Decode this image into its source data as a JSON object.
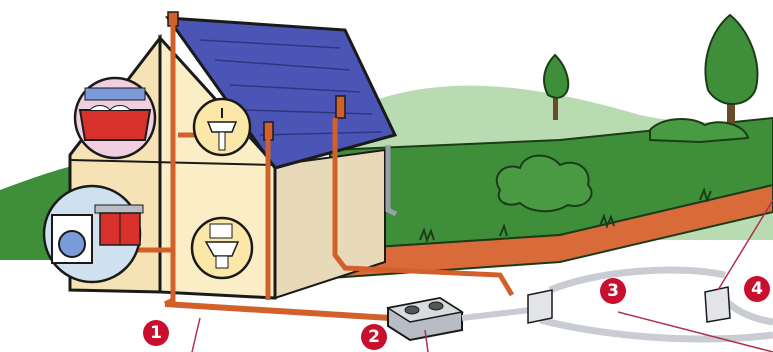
{
  "markers": [
    {
      "id": "m1",
      "label": "1"
    },
    {
      "id": "m2",
      "label": "2"
    },
    {
      "id": "m3",
      "label": "3"
    },
    {
      "id": "m4",
      "label": "4"
    }
  ],
  "colors": {
    "marker": "#c8102e",
    "roof": "#4a55b5",
    "wall": "#fbeec6",
    "pipe": "#d2602a",
    "grass": "#3f8f3a",
    "hill": "#b9dbb2",
    "soil": "#d96a3a",
    "tank": "#b8bcc4",
    "drain_pipe": "#c9ccd2",
    "pointer_line": "#b03050"
  },
  "icons": [
    "bathtub-icon",
    "washbasin-icon",
    "toilet-icon",
    "washing-machine-icon",
    "sink-icon",
    "tree-icon",
    "bush-icon"
  ]
}
